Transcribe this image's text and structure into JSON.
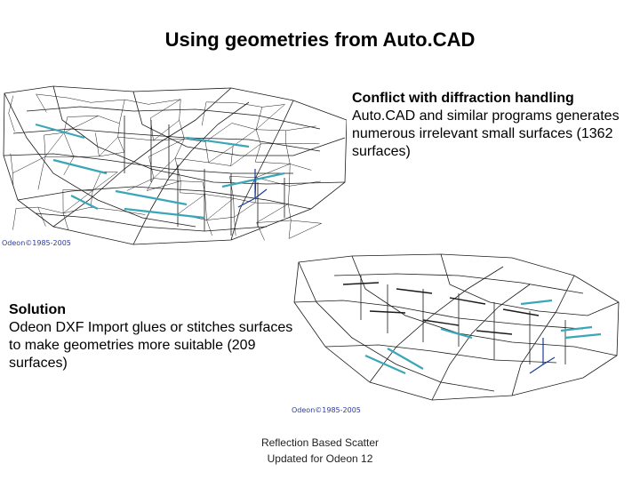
{
  "slide": {
    "title": "Using geometries from Auto.CAD"
  },
  "top_figure": {
    "credit": "Odeon©1985-2005"
  },
  "conflict": {
    "heading": "Conflict with diffraction handling",
    "body": "Auto.CAD and similar programs generates numerous irrelevant small surfaces (1362 surfaces)"
  },
  "bottom_figure": {
    "credit": "Odeon©1985-2005"
  },
  "solution": {
    "heading": "Solution",
    "body": "Odeon DXF Import glues or stitches surfaces to make geometries more suitable (209 surfaces)"
  },
  "footer": {
    "line1": "Reflection Based Scatter",
    "line2": "Updated for Odeon 12"
  },
  "colors": {
    "wire": "#1a1a1a",
    "highlight": "#3aa7b8",
    "axis": "#1a3d9c",
    "credit": "#2c3a9c"
  }
}
